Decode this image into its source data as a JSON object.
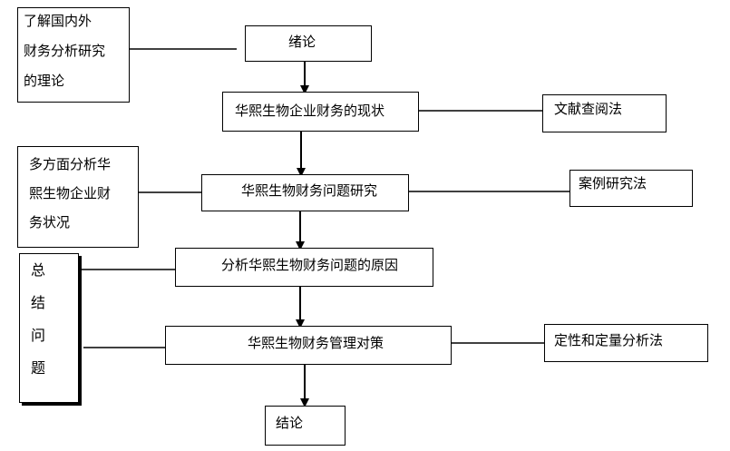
{
  "main_flow": {
    "intro": "绪论",
    "status": "华熙生物企业财务的现状",
    "problems": "华熙生物财务问题研究",
    "causes": "分析华熙生物财务问题的原因",
    "countermeasures": "华熙生物财务管理对策",
    "conclusion": "结论"
  },
  "left_notes": {
    "theory": [
      "了解国内外",
      "财务分析研究",
      "的理论"
    ],
    "analysis": [
      "多方面分析华",
      "熙生物企业财",
      "务状况"
    ],
    "summary": [
      "总",
      "结",
      "问",
      "题"
    ]
  },
  "right_methods": {
    "literature": "文献查阅法",
    "case_study": "案例研究法",
    "quantitative": "定性和定量分析法"
  }
}
